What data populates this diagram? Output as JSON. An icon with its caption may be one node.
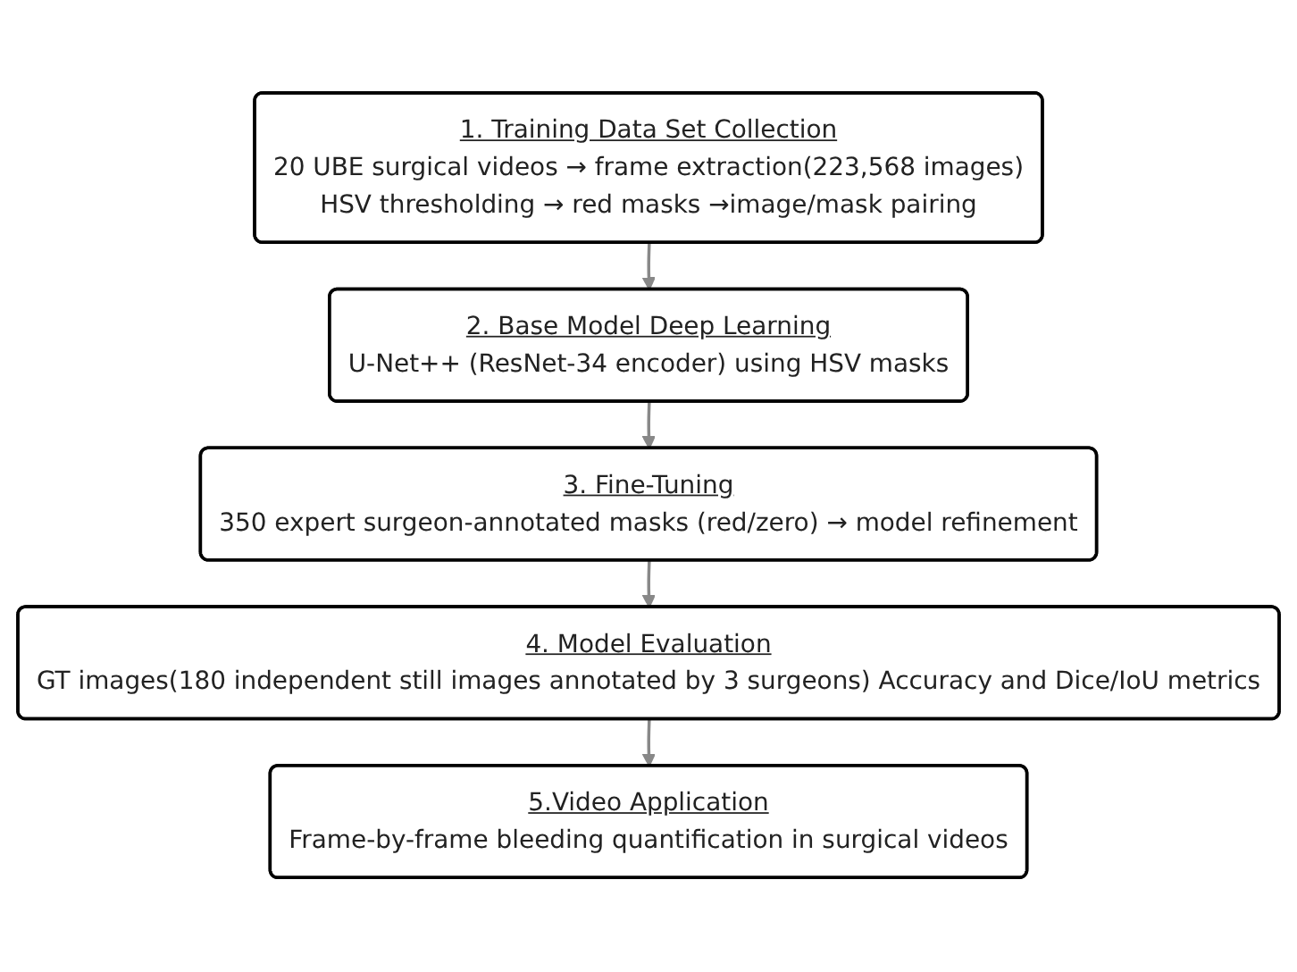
{
  "diagram": {
    "nodes": [
      {
        "text": [
          "1. Training Data Set Collection",
          "20 UBE surgical videos → frame extraction(223,568 images)",
          "HSV thresholding → red masks →image/mask pairing"
        ]
      },
      {
        "text": [
          "2. Base Model Deep Learning",
          "U-Net++ (ResNet-34 encoder) using HSV masks"
        ]
      },
      {
        "text": [
          "3. Fine-Tuning",
          "350 expert surgeon-annotated masks (red/zero) → model refinement"
        ]
      },
      {
        "text": [
          "4. Model Evaluation",
          "GT images(180 independent still images annotated by 3 surgeons) Accuracy and Dice/IoU metrics"
        ]
      },
      {
        "text": [
          "5.Video Application",
          "Frame-by-frame bleeding quantification in surgical videos"
        ]
      }
    ],
    "edges": [
      {
        "from": 0,
        "to": 1,
        "arrow": "to"
      },
      {
        "from": 1,
        "to": 2,
        "arrow": "to"
      },
      {
        "from": 2,
        "to": 3,
        "arrow": "to"
      },
      {
        "from": 3,
        "to": 4,
        "arrow": "to"
      }
    ]
  }
}
